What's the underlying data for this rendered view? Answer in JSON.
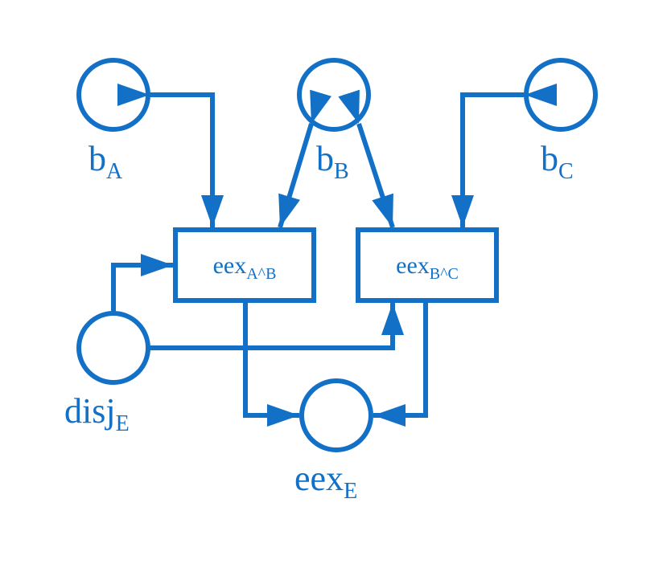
{
  "colors": {
    "stroke": "#1270c6",
    "text": "#1270c6",
    "background": "#ffffff"
  },
  "places": {
    "bA": {
      "base": "b",
      "sub": "A"
    },
    "bB": {
      "base": "b",
      "sub": "B"
    },
    "bC": {
      "base": "b",
      "sub": "C"
    },
    "disjE": {
      "base": "disj",
      "sub": "E"
    },
    "eexE": {
      "base": "eex",
      "sub": "E"
    }
  },
  "transitions": {
    "t1": {
      "base": "eex",
      "sub": "A^B"
    },
    "t2": {
      "base": "eex",
      "sub": "B^C"
    }
  }
}
